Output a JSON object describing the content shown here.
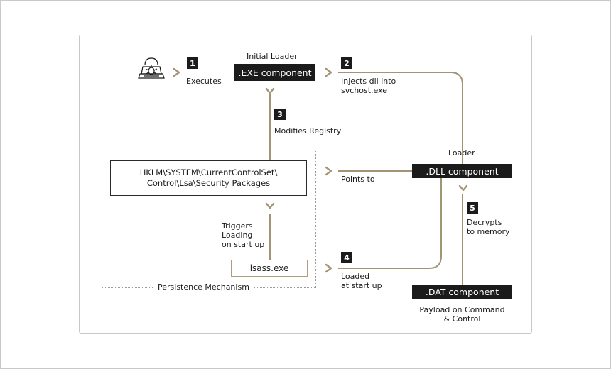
{
  "colors": {
    "accent": "#a39476",
    "box": "#1b1b1b",
    "text": "#1a1a1a"
  },
  "icons": {
    "attacker": "hacker-bug-icon"
  },
  "nodes": {
    "exe_title": "Initial Loader",
    "exe": ".EXE component",
    "dll_title": "Loader",
    "dll": ".DLL component",
    "dat": ".DAT component",
    "dat_caption_1": "Payload on Command",
    "dat_caption_2": "& Control",
    "registry_line1": "HKLM\\SYSTEM\\CurrentControlSet\\",
    "registry_line2": "Control\\Lsa\\Security Packages",
    "lsass": "lsass.exe",
    "group_label": "Persistence Mechanism"
  },
  "steps": [
    {
      "number": "1",
      "lines": [
        "Executes"
      ]
    },
    {
      "number": "2",
      "lines": [
        "Injects dll into",
        "svchost.exe"
      ]
    },
    {
      "number": "3",
      "lines": [
        "Modifies Registry"
      ]
    },
    {
      "number": "4",
      "lines": [
        "Loaded",
        "at start up"
      ]
    },
    {
      "number": "5",
      "lines": [
        "Decrypts",
        "to memory"
      ]
    }
  ],
  "edge_labels": {
    "points_to": "Points to",
    "triggers": [
      "Triggers",
      "Loading",
      "on start up"
    ]
  }
}
